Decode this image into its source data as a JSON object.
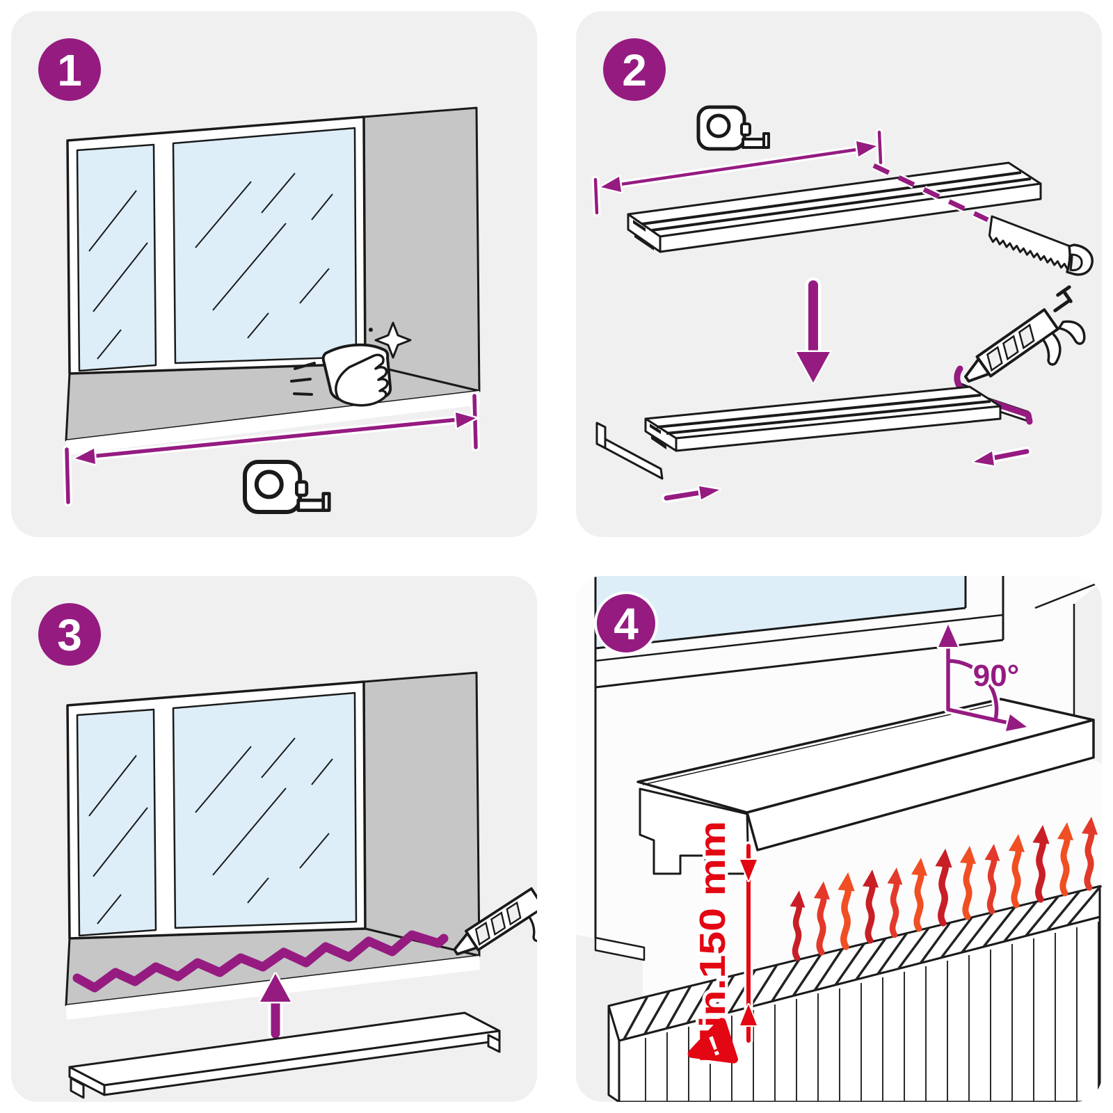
{
  "page": {
    "background": "#ffffff",
    "layout": "4-step installation instructions for a window sill"
  },
  "colors": {
    "purple": "#951b81",
    "red": "#e30613",
    "heat_dark": "#c81e25",
    "heat_bright": "#f04e23",
    "glass": "#ddeef8",
    "wall": "#c6c6c6",
    "panel": "#f0f0f0",
    "ink": "#1a1a1a",
    "white": "#ffffff"
  },
  "steps": [
    {
      "number": "1"
    },
    {
      "number": "2"
    },
    {
      "number": "3"
    },
    {
      "number": "4"
    }
  ],
  "annotations": {
    "angle_label": "90°",
    "clearance_label": "Min.150 mm",
    "warning_symbol": "!"
  },
  "icons": [
    "tape-measure-icon",
    "cleaning-hand-icon",
    "sparkle-icon",
    "measurement-arrow",
    "hand-saw-icon",
    "cut-line",
    "caulk-gun-icon",
    "adhesive-bead",
    "end-cap",
    "window-sill-board",
    "window-recess",
    "radiator",
    "heat-arrow-icon",
    "warning-triangle-icon",
    "angle-90-arrows",
    "clearance-dimension"
  ]
}
